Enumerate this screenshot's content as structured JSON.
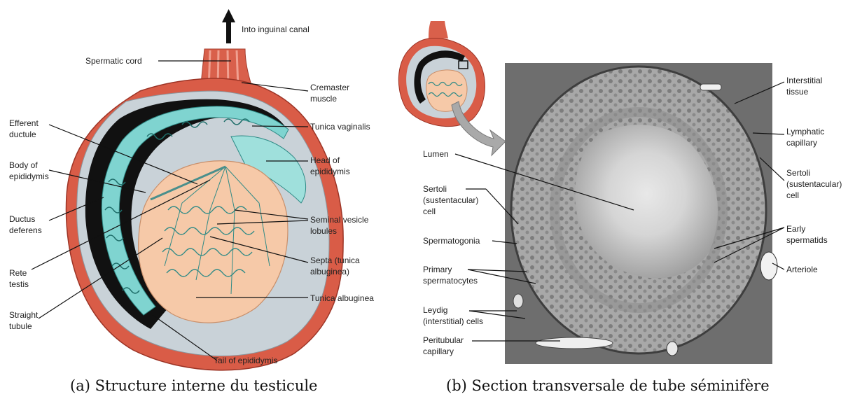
{
  "panel_a": {
    "caption": "(a) Structure interne du testicule",
    "labels": {
      "into_inguinal": "Into inguinal canal",
      "spermatic_cord": "Spermatic cord",
      "cremaster_1": "Cremaster",
      "cremaster_2": "muscle",
      "tunica_vaginalis": "Tunica vaginalis",
      "efferent_1": "Efferent",
      "efferent_2": "ductule",
      "body_epi_1": "Body of",
      "body_epi_2": "epididymis",
      "head_epi_1": "Head of",
      "head_epi_2": "epididymis",
      "ductus_1": "Ductus",
      "ductus_2": "deferens",
      "seminal_1": "Seminal vesicle",
      "seminal_2": "lobules",
      "septa_1": "Septa (tunica",
      "septa_2": "albuginea)",
      "rete_1": "Rete",
      "rete_2": "testis",
      "tunica_albuginea": "Tunica albuginea",
      "straight_1": "Straight",
      "straight_2": "tubule",
      "tail_epi": "Tail of epididymis"
    }
  },
  "panel_b": {
    "caption": "(b) Section transversale de tube séminifère",
    "labels": {
      "interstitial_1": "Interstitial",
      "interstitial_2": "tissue",
      "lymphatic_1": "Lymphatic",
      "lymphatic_2": "capillary",
      "lumen": "Lumen",
      "sertoli_r1": "Sertoli",
      "sertoli_r2": "(sustentacular)",
      "sertoli_r3": "cell",
      "sertoli_l1": "Sertoli",
      "sertoli_l2": "(sustentacular)",
      "sertoli_l3": "cell",
      "early_1": "Early",
      "early_2": "spermatids",
      "spermatogonia": "Spermatogonia",
      "arteriole": "Arteriole",
      "primary_1": "Primary",
      "primary_2": "spermatocytes",
      "leydig_1": "Leydig",
      "leydig_2": "(interstitial) cells",
      "peritubular_1": "Peritubular",
      "peritubular_2": "capillary"
    }
  }
}
